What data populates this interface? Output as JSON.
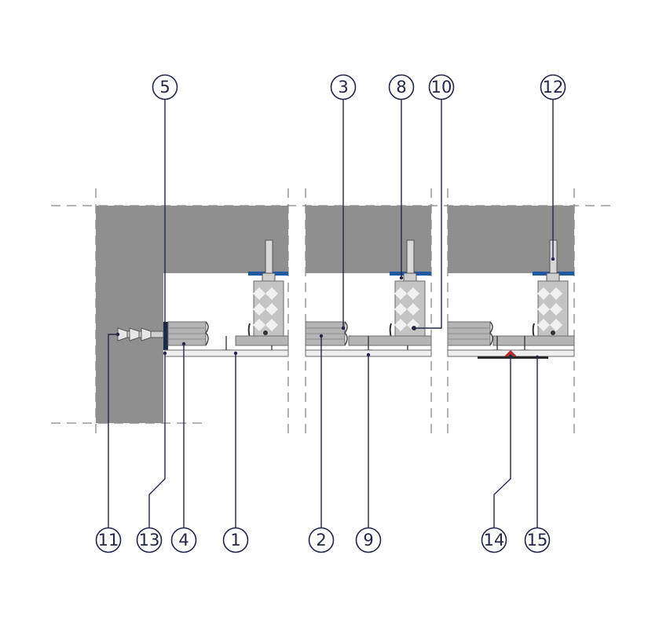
{
  "colors": {
    "concrete": "#8f8f8f",
    "concrete_dark": "#7d7d7d",
    "line": "#23254a",
    "board": "#efefef",
    "board_edge": "#6a6a6a",
    "profile": "#b5b5b5",
    "seal_blue": "#1f5aa0",
    "red_tape": "#b03030",
    "dash": "#6a6a6a",
    "background": "#ffffff"
  },
  "callouts": {
    "top": [
      "5",
      "3",
      "8",
      "10",
      "12"
    ],
    "bottom": [
      "11",
      "13",
      "4",
      "1",
      "2",
      "9",
      "14",
      "15"
    ]
  }
}
